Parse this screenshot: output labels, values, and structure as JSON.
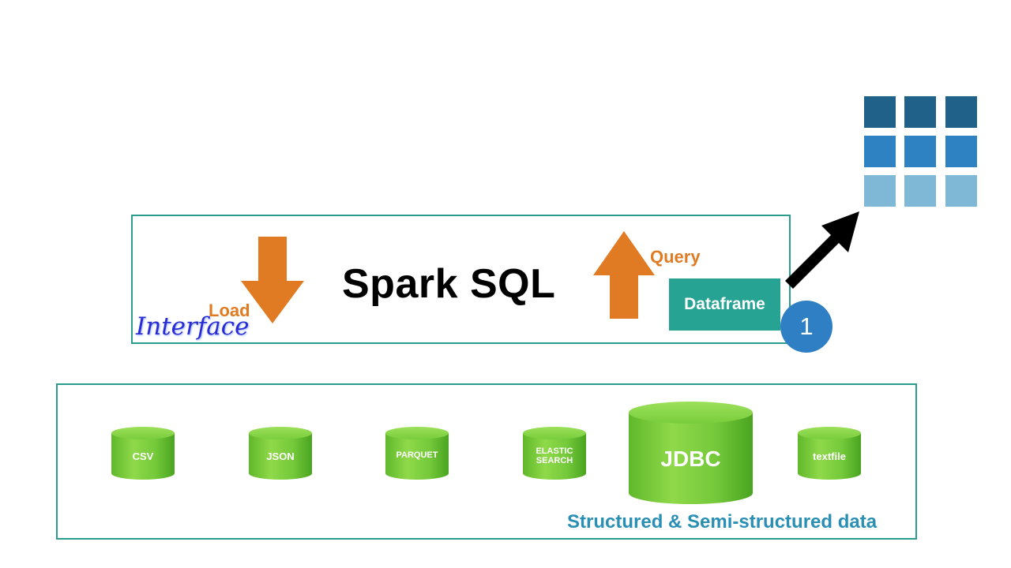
{
  "spark": {
    "title": "Spark SQL",
    "load_label": "Load",
    "query_label": "Query",
    "interface_label": "Interface",
    "dataframe_label": "Dataframe",
    "step_number": "1"
  },
  "sources": {
    "caption": "Structured & Semi-structured data",
    "items": [
      {
        "label": "CSV"
      },
      {
        "label": "JSON"
      },
      {
        "label": "PARQUET"
      },
      {
        "label": "ELASTIC\nSEARCH"
      },
      {
        "label": "JDBC"
      },
      {
        "label": "textfile"
      }
    ]
  },
  "colors": {
    "teal_border": "#2a9d8f",
    "arrow_orange": "#e07b24",
    "dataframe_green": "#27a393",
    "badge_blue": "#2f7fc4",
    "cylinder_green": "#74c93a",
    "grid_row_1": "#1f6189",
    "grid_row_2": "#2f82c2",
    "grid_row_3": "#7fb8d6"
  }
}
